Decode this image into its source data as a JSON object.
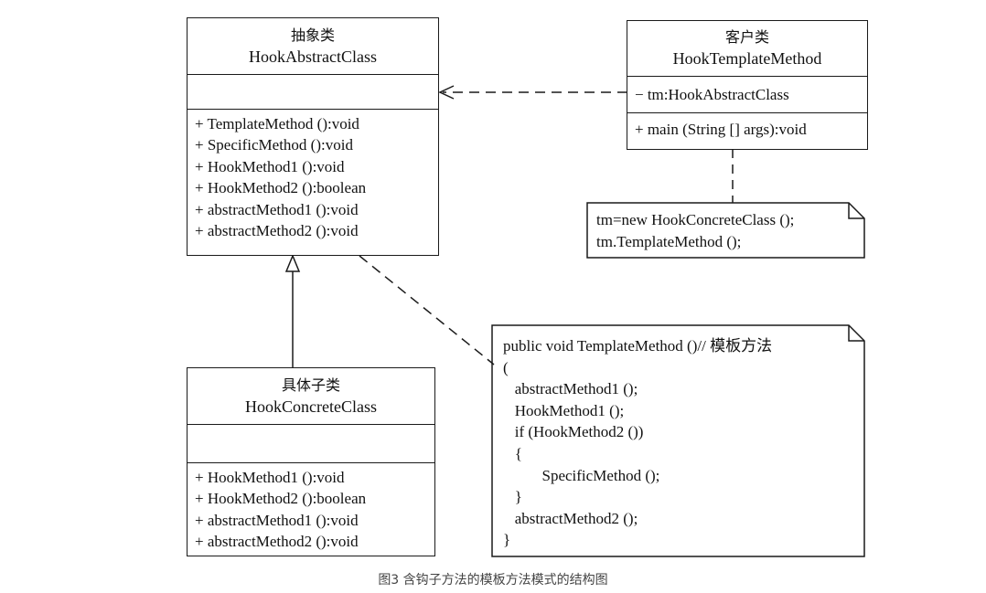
{
  "abstract_class": {
    "cn_name": "抽象类",
    "en_name": "HookAbstractClass",
    "attributes": [],
    "operations": [
      "+ TemplateMethod ():void",
      "+ SpecificMethod ():void",
      "+ HookMethod1 ():void",
      "+ HookMethod2 ():boolean",
      "+ abstractMethod1 ():void",
      "+ abstractMethod2 ():void"
    ]
  },
  "client_class": {
    "cn_name": "客户类",
    "en_name": "HookTemplateMethod",
    "attributes": [
      "− tm:HookAbstractClass"
    ],
    "operations": [
      "+ main (String [] args):void"
    ]
  },
  "concrete_class": {
    "cn_name": "具体子类",
    "en_name": "HookConcreteClass",
    "attributes": [],
    "operations": [
      "+ HookMethod1 ():void",
      "+ HookMethod2 ():boolean",
      "+ abstractMethod1 ():void",
      "+ abstractMethod2 ():void"
    ]
  },
  "client_note": {
    "lines": [
      "tm=new HookConcreteClass ();",
      "tm.TemplateMethod ();"
    ]
  },
  "template_note": {
    "lines": [
      "public void TemplateMethod ()// 模板方法",
      "(",
      "   abstractMethod1 ();",
      "   HookMethod1 ();",
      "   if (HookMethod2 ())",
      "   {",
      "          SpecificMethod ();",
      "   }",
      "   abstractMethod2 ();",
      "}"
    ]
  },
  "caption": "图3 含钩子方法的模板方法模式的结构图"
}
